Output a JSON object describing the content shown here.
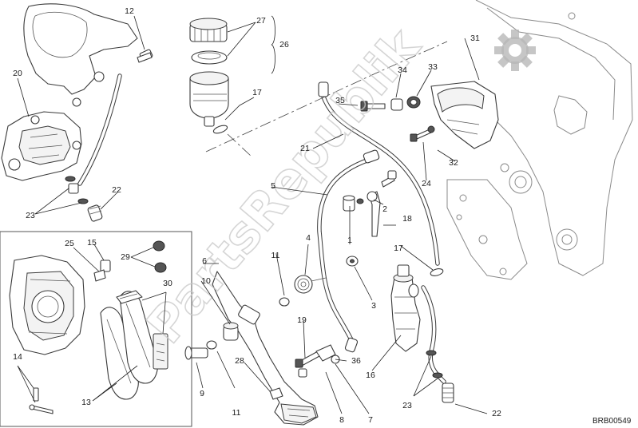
{
  "diagram": {
    "code": "BRB00549",
    "watermark": "PartsRepublik",
    "callouts": {
      "c1": "1",
      "c2": "2",
      "c3": "3",
      "c4": "4",
      "c5": "5",
      "c6": "6",
      "c7": "7",
      "c8": "8",
      "c9": "9",
      "c10": "10",
      "c11a": "11",
      "c11b": "11",
      "c12": "12",
      "c13": "13",
      "c14": "14",
      "c15": "15",
      "c16": "16",
      "c17a": "17",
      "c17b": "17",
      "c18": "18",
      "c19": "19",
      "c20": "20",
      "c21": "21",
      "c22a": "22",
      "c22b": "22",
      "c23a": "23",
      "c23b": "23",
      "c24": "24",
      "c25": "25",
      "c26": "26",
      "c27": "27",
      "c28": "28",
      "c29": "29",
      "c30": "30",
      "c31": "31",
      "c32": "32",
      "c33": "33",
      "c34": "34",
      "c35": "35",
      "c36": "36"
    }
  },
  "colors": {
    "line": "#3a3a3a",
    "watermark": "#c8c8c8",
    "background": "#ffffff"
  }
}
